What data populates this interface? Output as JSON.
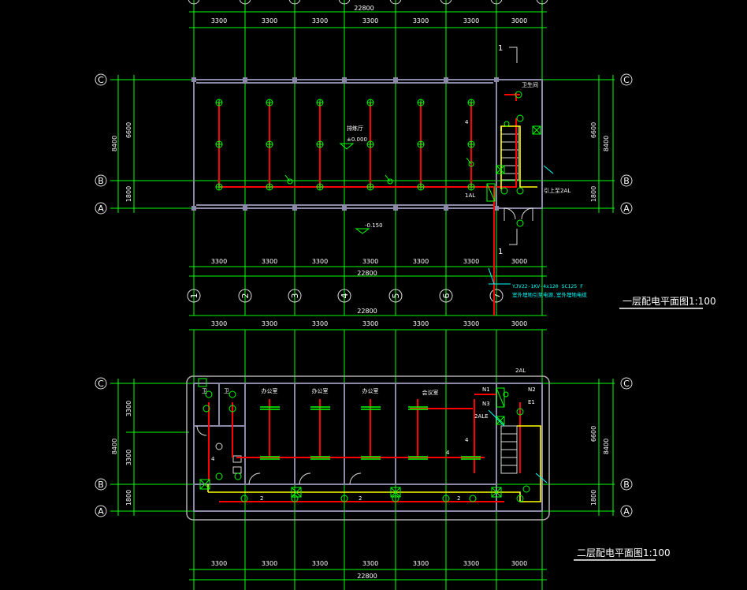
{
  "plans": [
    {
      "title": "一层配电平面图1:100",
      "room_label": "排练厅",
      "elevation": "±0.000",
      "outside_elevation": "-0.150",
      "toilet_label": "卫生间",
      "section_mark": "1",
      "note_lines": [
        "YJV22-1KV-4x120 SC125 F",
        "室外埋地引至电源,室外埋地电缆"
      ],
      "riser_text": "引上至2AL",
      "panel_text": "1AL",
      "circuit_no": "4",
      "top_dims": [
        "3300",
        "3300",
        "3300",
        "3300",
        "3300",
        "3300",
        "3000"
      ],
      "top_total": "22800",
      "bottom_dims": [
        "3300",
        "3300",
        "3300",
        "3300",
        "3300",
        "3300",
        "3000"
      ],
      "bottom_total": "22800",
      "left_dims": [
        "8400",
        "6600",
        "1800"
      ],
      "right_dims": [
        "8400",
        "6600",
        "1800"
      ]
    },
    {
      "title": "二层配电平面图1:100",
      "offices": [
        "办公室",
        "办公室",
        "办公室",
        "会议室"
      ],
      "toilets": [
        "卫",
        "卫"
      ],
      "panel_text": "2AL",
      "panel_text_2": "2ALE",
      "circuits": [
        "N1",
        "N2",
        "N3",
        "E1"
      ],
      "circuit_nos": [
        "4",
        "4",
        "4",
        "2",
        "2",
        "2"
      ],
      "top_dims": [
        "3300",
        "3300",
        "3300",
        "3300",
        "3300",
        "3300",
        "3000"
      ],
      "top_total": "22800",
      "bottom_dims": [
        "3300",
        "3300",
        "3300",
        "3300",
        "3300",
        "3300",
        "3000"
      ],
      "bottom_total": "22800",
      "left_dims": [
        "8400",
        "3300",
        "3300",
        "1800"
      ],
      "right_dims": [
        "8400",
        "6600",
        "1800"
      ]
    }
  ],
  "row_axes": [
    "C",
    "B",
    "A"
  ],
  "col_axes": [
    "1",
    "2",
    "3",
    "4",
    "5",
    "6",
    "7"
  ],
  "colors": {
    "background": "#000000",
    "axis_lines": "#00ff00",
    "wiring": "#ff0000",
    "emergency_wiring": "#ffff00",
    "walls": "#8a8aa8",
    "annotations": "#00ffff"
  }
}
